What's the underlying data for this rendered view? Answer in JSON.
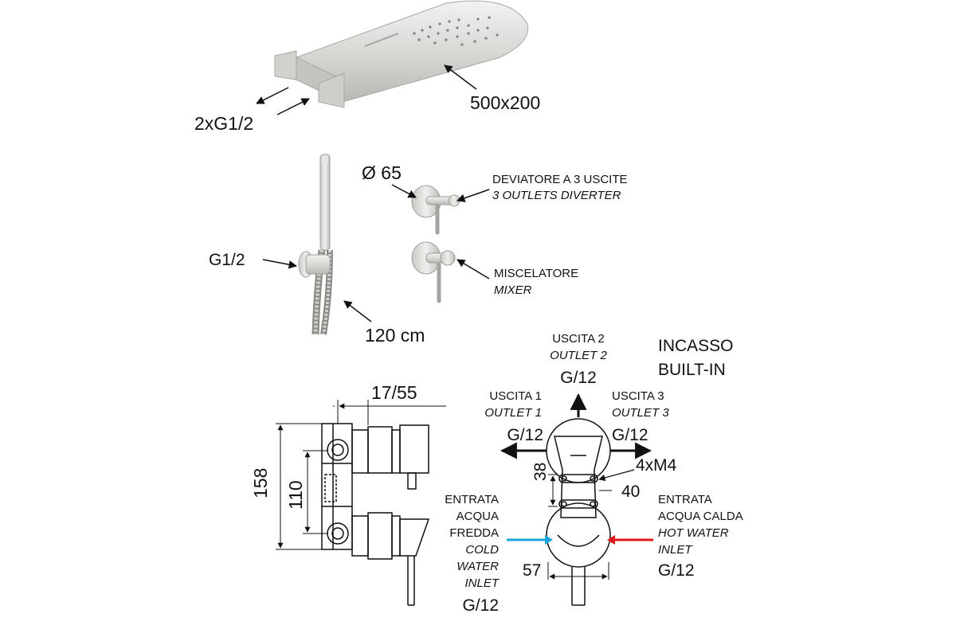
{
  "overhead_shower": {
    "size_label": "500x200",
    "inlets_label": "2xG1/2"
  },
  "hand_shower": {
    "connection_label": "G1/2",
    "hose_length_label": "120 cm"
  },
  "diverter": {
    "diameter_label": "Ø 65",
    "name_it": "DEVIATORE A 3 USCITE",
    "name_en": "3 OUTLETS DIVERTER"
  },
  "mixer": {
    "name_it": "MISCELATORE",
    "name_en": "MIXER"
  },
  "built_in": {
    "title_it": "INCASSO",
    "title_en": "BUILT-IN"
  },
  "side_view": {
    "depth_label": "17/55",
    "height_outer": "158",
    "height_inner": "110"
  },
  "front_view": {
    "outlet1": {
      "it": "USCITA 1",
      "en": "OUTLET 1",
      "thread": "G/12"
    },
    "outlet2": {
      "it": "USCITA 2",
      "en": "OUTLET 2",
      "thread": "G/12"
    },
    "outlet3": {
      "it": "USCITA 3",
      "en": "OUTLET 3",
      "thread": "G/12"
    },
    "screws_label": "4xM4",
    "spacing_38": "38",
    "spacing_40": "40",
    "width_57": "57",
    "cold_inlet": {
      "l1": "ENTRATA",
      "l2": "ACQUA",
      "l3": "FREDDA",
      "en1": "COLD",
      "en2": "WATER",
      "en3": "INLET",
      "thread": "G/12"
    },
    "hot_inlet": {
      "l1": "ENTRATA",
      "l2": "ACQUA CALDA",
      "en1": "HOT WATER",
      "en2": "INLET",
      "thread": "G/12"
    }
  },
  "colors": {
    "cold_arrow": "#1aa7e0",
    "hot_arrow": "#e01a1a"
  }
}
